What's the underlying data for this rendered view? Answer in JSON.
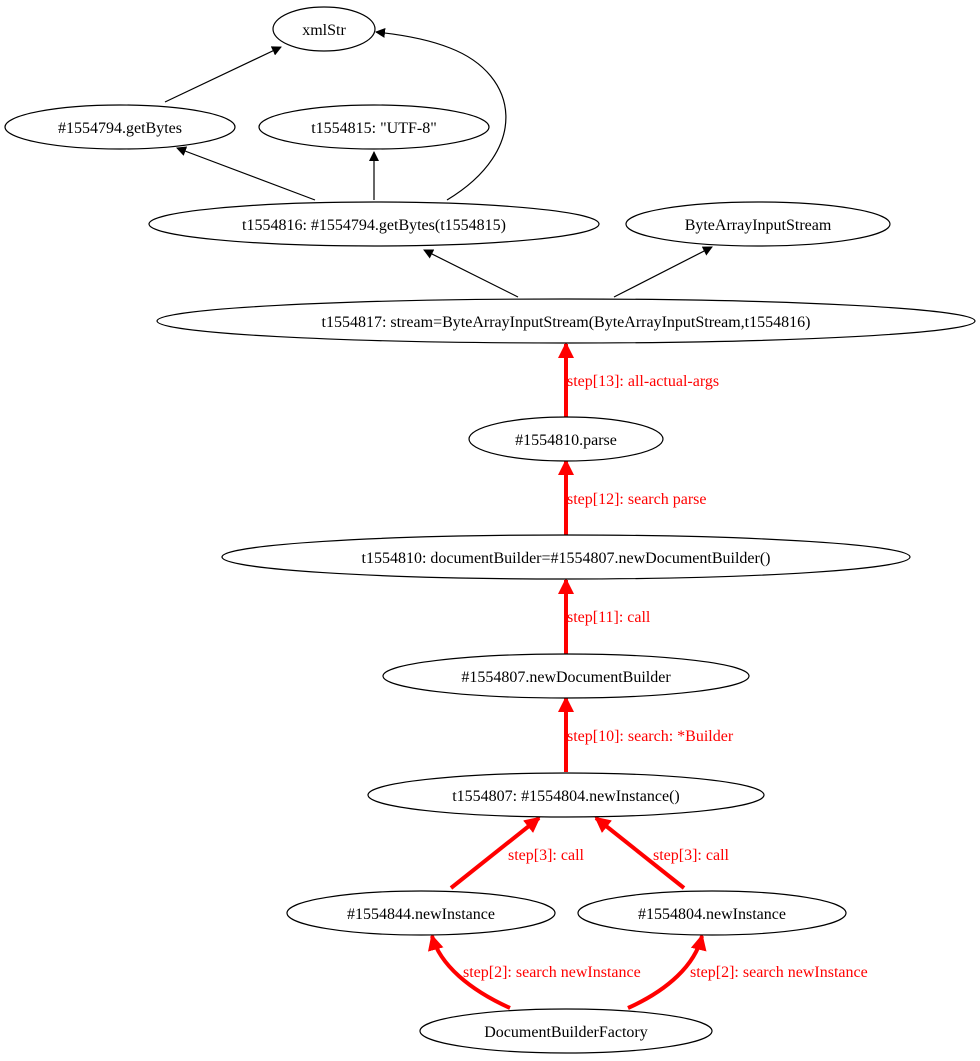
{
  "colors": {
    "node_stroke": "#000000",
    "edge_default": "#000000",
    "edge_highlight": "#ff0000",
    "background": "#ffffff"
  },
  "nodes": {
    "xmlstr": "xmlStr",
    "getbytes_method": "#1554794.getBytes",
    "utf8_literal": "t1554815: \"UTF-8\"",
    "getbytes_call": "t1554816: #1554794.getBytes(t1554815)",
    "bytearrayinputstream_type": "ByteArrayInputStream",
    "stream_assignment": "t1554817: stream=ByteArrayInputStream(ByteArrayInputStream,t1554816)",
    "parse_method": "#1554810.parse",
    "documentbuilder_assignment": "t1554810: documentBuilder=#1554807.newDocumentBuilder()",
    "newdocumentbuilder_method": "#1554807.newDocumentBuilder",
    "newinstance_call": "t1554807: #1554804.newInstance()",
    "newinstance_1554844": "#1554844.newInstance",
    "newinstance_1554804": "#1554804.newInstance",
    "documentbuilderfactory": "DocumentBuilderFactory"
  },
  "edge_labels": {
    "step13": "step[13]: all-actual-args",
    "step12": "step[12]: search parse",
    "step11": "step[11]: call",
    "step10": "step[10]: search: *Builder",
    "step3_left": "step[3]: call",
    "step3_right": "step[3]: call",
    "step2_left": "step[2]: search newInstance",
    "step2_right": "step[2]: search newInstance"
  }
}
